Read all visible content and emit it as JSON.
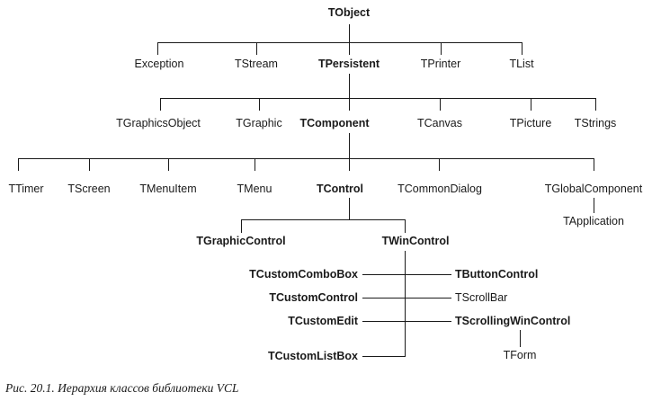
{
  "figure": {
    "caption": "Рис. 20.1. Иерархия классов библиотеки VCL",
    "line_color": "#1a1a1a",
    "text_color": "#1a1a1a",
    "background": "#ffffff"
  },
  "nodes": {
    "root": {
      "label": "TObject",
      "bold": true
    },
    "level1": [
      {
        "label": "Exception",
        "bold": false
      },
      {
        "label": "TStream",
        "bold": false
      },
      {
        "label": "TPersistent",
        "bold": true
      },
      {
        "label": "TPrinter",
        "bold": false
      },
      {
        "label": "TList",
        "bold": false
      }
    ],
    "level2": [
      {
        "label": "TGraphicsObject",
        "bold": false
      },
      {
        "label": "TGraphic",
        "bold": false
      },
      {
        "label": "TComponent",
        "bold": true
      },
      {
        "label": "TCanvas",
        "bold": false
      },
      {
        "label": "TPicture",
        "bold": false
      },
      {
        "label": "TStrings",
        "bold": false
      }
    ],
    "level3": [
      {
        "label": "TTimer",
        "bold": false
      },
      {
        "label": "TScreen",
        "bold": false
      },
      {
        "label": "TMenuItem",
        "bold": false
      },
      {
        "label": "TMenu",
        "bold": false
      },
      {
        "label": "TControl",
        "bold": true
      },
      {
        "label": "TCommonDialog",
        "bold": false
      },
      {
        "label": "TGlobalComponent",
        "bold": false
      }
    ],
    "application": {
      "label": "TApplication",
      "bold": false
    },
    "level4": [
      {
        "label": "TGraphicControl",
        "bold": true
      },
      {
        "label": "TWinControl",
        "bold": true
      }
    ],
    "wincontrol_left": [
      {
        "label": "TCustomComboBox",
        "bold": true
      },
      {
        "label": "TCustomControl",
        "bold": true
      },
      {
        "label": "TCustomEdit",
        "bold": true
      },
      {
        "label": "TCustomListBox",
        "bold": true
      }
    ],
    "wincontrol_right": [
      {
        "label": "TButtonControl",
        "bold": true
      },
      {
        "label": "TScrollBar",
        "bold": false
      },
      {
        "label": "TScrollingWinControl",
        "bold": true
      }
    ],
    "form": {
      "label": "TForm",
      "bold": false
    }
  }
}
